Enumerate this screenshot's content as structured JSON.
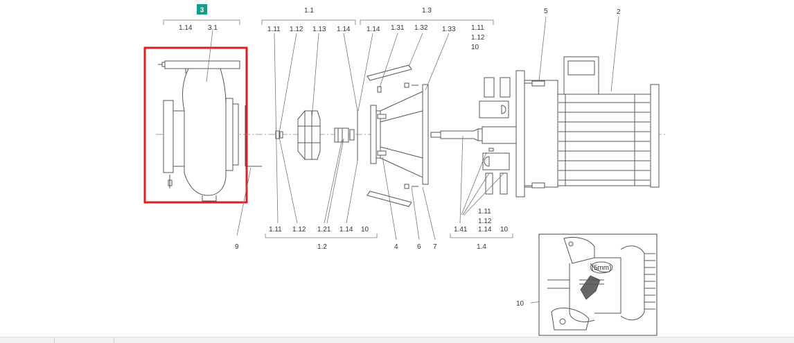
{
  "highlight": {
    "badge": "3",
    "color": "#e02020",
    "badge_color": "#1a9b8a"
  },
  "groups": {
    "g11": "1.1",
    "g13": "1.3",
    "g12": "1.2",
    "g14": "1.4"
  },
  "labels": {
    "l_114_a": "1.14",
    "l_31": "3.1",
    "l_111_t": "1.11",
    "l_112_t": "1.12",
    "l_113_t": "1.13",
    "l_114_t": "1.14",
    "l_114_t2": "1.14",
    "l_131": "1.31",
    "l_132": "1.32",
    "l_133": "1.33",
    "l_111_r": "1.11",
    "l_112_r": "1.12",
    "l_10_r": "10",
    "l_5": "5",
    "l_2": "2",
    "l_111_b": "1.11",
    "l_112_b": "1.12",
    "l_121": "1.21",
    "l_114_b": "1.14",
    "l_10_b": "10",
    "l_9": "9",
    "l_4": "4",
    "l_6": "6",
    "l_7": "7",
    "l_141": "1.41",
    "l_111_b2": "1.11",
    "l_112_b2": "1.12",
    "l_114_b2": "1.14",
    "l_10_b2": "10",
    "l_10_detail": "10",
    "l_5mm": "(5mm)"
  }
}
